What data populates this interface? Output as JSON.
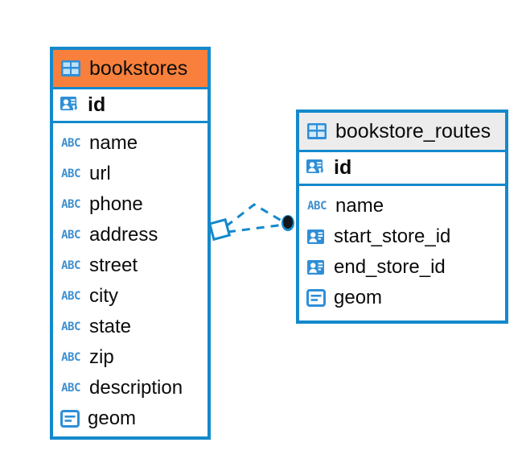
{
  "diagram": {
    "type": "entity-relationship-diagram",
    "background": "#FFFFFF",
    "accent_color": "#1489CC",
    "highlight_color": "#F8803C",
    "header_grey": "#ECECEC"
  },
  "entities": [
    {
      "id": "bookstores",
      "title": "bookstores",
      "header_style": "orange",
      "table_icon": "table-icon",
      "primary_key": {
        "name": "id",
        "icon": "primary-key-icon"
      },
      "fields": [
        {
          "name": "name",
          "icon": "abc-icon",
          "icon_text": "ABC"
        },
        {
          "name": "url",
          "icon": "abc-icon",
          "icon_text": "ABC"
        },
        {
          "name": "phone",
          "icon": "abc-icon",
          "icon_text": "ABC"
        },
        {
          "name": "address",
          "icon": "abc-icon",
          "icon_text": "ABC"
        },
        {
          "name": "street",
          "icon": "abc-icon",
          "icon_text": "ABC"
        },
        {
          "name": "city",
          "icon": "abc-icon",
          "icon_text": "ABC"
        },
        {
          "name": "state",
          "icon": "abc-icon",
          "icon_text": "ABC"
        },
        {
          "name": "zip",
          "icon": "abc-icon",
          "icon_text": "ABC"
        },
        {
          "name": "description",
          "icon": "abc-icon",
          "icon_text": "ABC"
        },
        {
          "name": "geom",
          "icon": "geometry-icon",
          "icon_text": ""
        }
      ]
    },
    {
      "id": "bookstore_routes",
      "title": "bookstore_routes",
      "header_style": "grey",
      "table_icon": "table-icon",
      "primary_key": {
        "name": "id",
        "icon": "primary-key-icon"
      },
      "fields": [
        {
          "name": "name",
          "icon": "abc-icon",
          "icon_text": "ABC"
        },
        {
          "name": "start_store_id",
          "icon": "foreign-key-icon",
          "icon_text": ""
        },
        {
          "name": "end_store_id",
          "icon": "foreign-key-icon",
          "icon_text": ""
        },
        {
          "name": "geom",
          "icon": "geometry-icon",
          "icon_text": ""
        }
      ]
    }
  ],
  "relation": {
    "name": "bookstores-to-bookstore-routes",
    "line_style": "dashed",
    "color": "#1489CC",
    "source_marker": "diamond-outline",
    "target_marker": "filled-circle"
  }
}
